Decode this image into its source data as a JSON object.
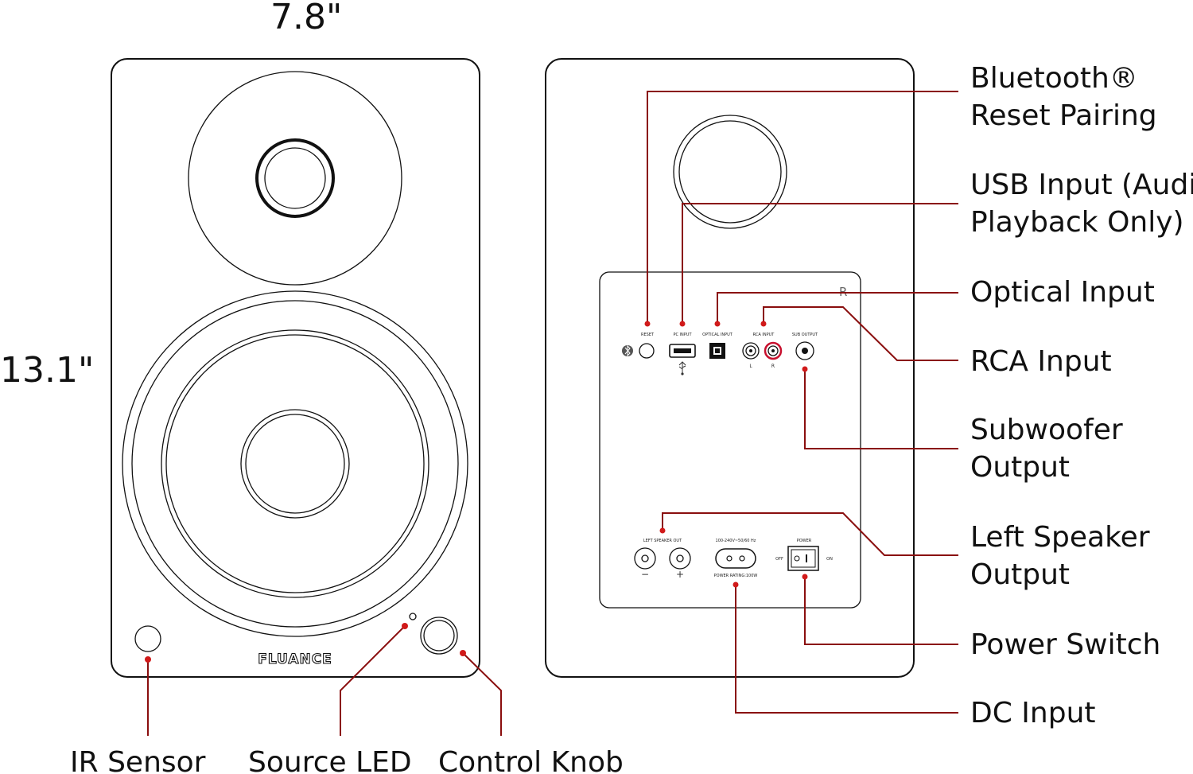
{
  "dimensions": {
    "width": "7.8\"",
    "height": "13.1\""
  },
  "front_callouts": {
    "ir_sensor": "IR Sensor",
    "source_led": "Source LED",
    "control_knob": "Control Knob"
  },
  "front_logo": "FLUANCE",
  "rear_callouts": {
    "bluetooth_reset": [
      "Bluetooth®",
      "Reset Pairing"
    ],
    "usb_input": [
      "USB Input (Audio",
      "Playback Only)"
    ],
    "optical_input": [
      "Optical Input"
    ],
    "rca_input": [
      "RCA Input"
    ],
    "subwoofer_output": [
      "Subwoofer",
      "Output"
    ],
    "left_speaker_output": [
      "Left Speaker",
      "Output"
    ],
    "power_switch": [
      "Power Switch"
    ],
    "dc_input": [
      "DC Input"
    ]
  },
  "panel": {
    "side_mark": "R",
    "reset": "RESET",
    "pc_input": "PC INPUT",
    "optical_input": "OPTICAL INPUT",
    "rca_input": "RCA INPUT",
    "sub_output": "SUB OUTPUT",
    "rca_left": "L",
    "rca_right": "R",
    "left_speaker_out": "LEFT SPEAKER OUT",
    "minus": "−",
    "plus": "+",
    "voltage": "100-240V~50/60 Hz",
    "power_rating": "POWER RATING:100W",
    "power": "POWER",
    "off": "OFF",
    "on": "ON"
  },
  "colors": {
    "leader": "#8a0e0e",
    "dot": "#d11a1a",
    "outline": "#111111",
    "rca_red": "#c8102e"
  }
}
